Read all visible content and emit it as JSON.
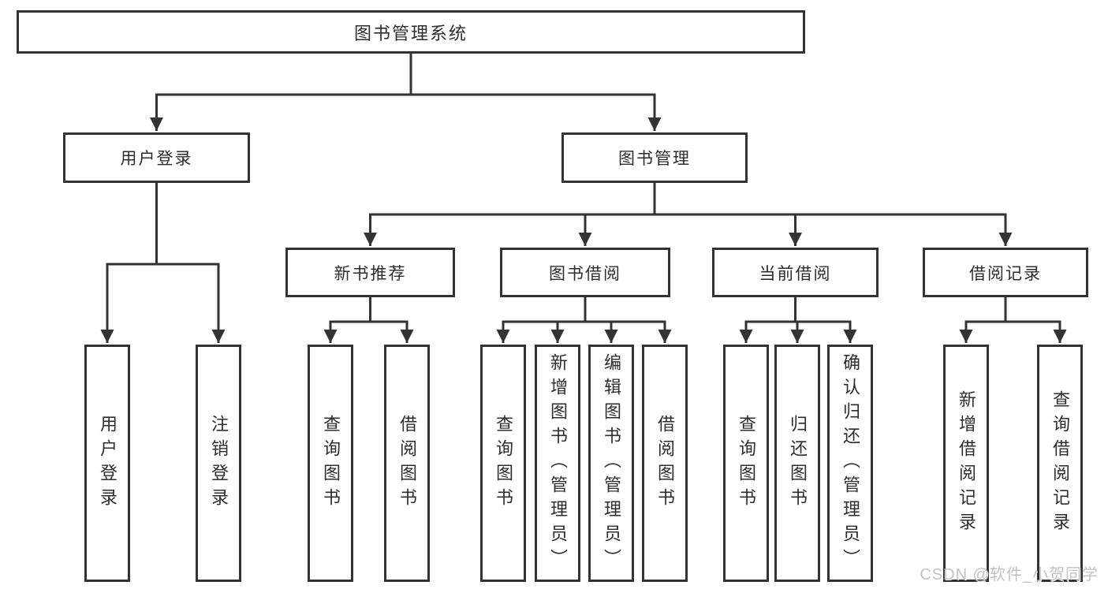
{
  "tree": {
    "label": "图书管理系统",
    "children": [
      {
        "label": "用户登录",
        "children": [
          {
            "label": "用户登录"
          },
          {
            "label": "注销登录"
          }
        ]
      },
      {
        "label": "图书管理",
        "children": [
          {
            "label": "新书推荐",
            "children": [
              {
                "label": "查询图书"
              },
              {
                "label": "借阅图书"
              }
            ]
          },
          {
            "label": "图书借阅",
            "children": [
              {
                "label": "查询图书"
              },
              {
                "label": "新增图书（管理员）"
              },
              {
                "label": "编辑图书（管理员）"
              },
              {
                "label": "借阅图书"
              }
            ]
          },
          {
            "label": "当前借阅",
            "children": [
              {
                "label": "查询图书"
              },
              {
                "label": "归还图书"
              },
              {
                "label": "确认归还（管理员）"
              }
            ]
          },
          {
            "label": "借阅记录",
            "children": [
              {
                "label": "新增借阅记录"
              },
              {
                "label": "查询借阅记录"
              }
            ]
          }
        ]
      }
    ]
  },
  "watermark": {
    "text": "CSDN @软件_小贺同学"
  },
  "colors": {
    "line": "#333333",
    "box_background": "#ffffff",
    "text": "#2d2d2d",
    "watermark": "#c2c2c2"
  }
}
